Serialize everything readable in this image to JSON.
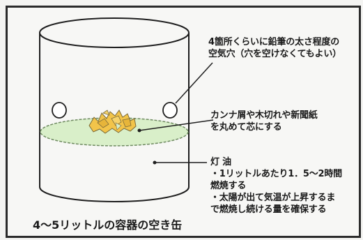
{
  "annotations": {
    "air_holes": [
      "4箇所くらいに鉛筆の太さ程度の",
      "空気穴（穴を空けなくてもよい）"
    ],
    "wick": [
      "カンナ屑や木切れや新聞紙",
      "を丸めて芯にする"
    ],
    "kerosene": [
      "灯 油",
      "・1リットルあたり1．5～2時間",
      "燃焼する",
      "・太陽が出て気温が上昇するま",
      "で燃焼し続ける量を確保する"
    ]
  },
  "caption": "4～5リットルの容器の空き缶",
  "colors": {
    "line": "#1e1e1e",
    "fuel_surface": "#d9efc9",
    "wick_fill": "#f2c44a"
  }
}
